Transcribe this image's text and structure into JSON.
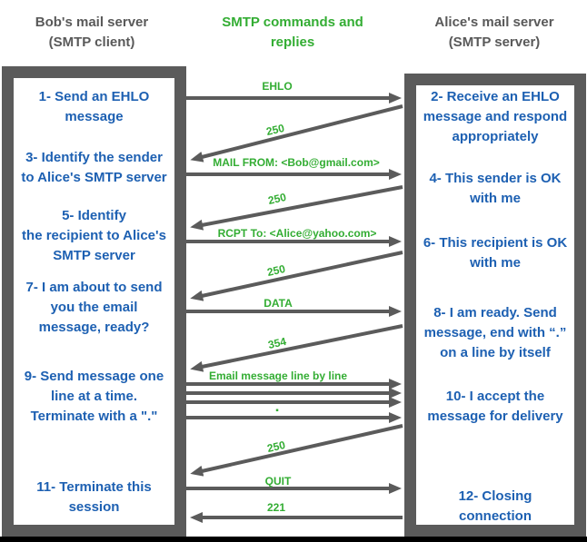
{
  "diagram_title": "SMTP commands and replies",
  "colors": {
    "arrow_gray": "#5b5b5b",
    "step_blue": "#1d60b2",
    "command_green": "#33ad33",
    "header_gray": "#595959",
    "bottom_bar_black": "#000000"
  },
  "headers": {
    "client": "Bob's mail server\n(SMTP client)",
    "middle": "SMTP commands and\nreplies",
    "server": "Alice's mail server\n(SMTP server)"
  },
  "client": {
    "steps": [
      "1- Send an EHLO\nmessage",
      "3- Identify the sender\nto Alice's SMTP server",
      "5- Identify\nthe recipient to Alice's\nSMTP server",
      "7- I am about to send\nyou the email\nmessage, ready?",
      "9- Send message one\nline at a time.\nTerminate with a \".\"",
      "11- Terminate this\nsession"
    ]
  },
  "server": {
    "steps": [
      "2- Receive an EHLO\nmessage and respond\nappropriately",
      "4- This sender is OK\nwith me",
      "6- This recipient is OK\nwith me",
      "8-  I am ready. Send\nmessage, end with “.”\non a line by itself",
      "10-  I accept the\nmessage for delivery",
      "12-  Closing\nconnection"
    ]
  },
  "messages": {
    "ehlo": "EHLO",
    "reply_250_1": "250",
    "mail_from": "MAIL FROM: <Bob@gmail.com>",
    "reply_250_2": "250",
    "rcpt_to": "RCPT To: <Alice@yahoo.com>",
    "reply_250_3": "250",
    "data_cmd": "DATA",
    "reply_354": "354",
    "email_lines": "Email message line by line",
    "dot": "▪",
    "reply_250_4": "250",
    "quit": "QUIT",
    "reply_221": "221"
  }
}
